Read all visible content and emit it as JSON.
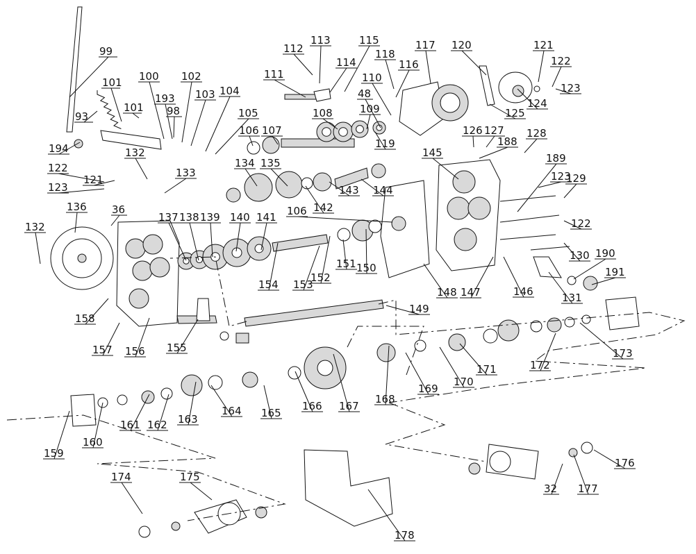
{
  "diagram": {
    "type": "exploded-parts-diagram",
    "callouts": [
      "99",
      "93",
      "101",
      "101",
      "100",
      "193",
      "98",
      "102",
      "103",
      "104",
      "105",
      "194",
      "122",
      "121",
      "123",
      "132",
      "133",
      "36",
      "136",
      "132",
      "137",
      "138",
      "139",
      "140",
      "141",
      "134",
      "135",
      "106",
      "107",
      "108",
      "109",
      "48",
      "110",
      "111",
      "112",
      "113",
      "114",
      "115",
      "118",
      "116",
      "117",
      "119",
      "120",
      "121",
      "122",
      "123",
      "124",
      "125",
      "126",
      "127",
      "188",
      "128",
      "189",
      "123",
      "129",
      "122",
      "130",
      "131",
      "190",
      "191",
      "145",
      "144",
      "143",
      "142",
      "106",
      "154",
      "153",
      "152",
      "151",
      "150",
      "148",
      "147",
      "146",
      "158",
      "157",
      "156",
      "155",
      "149",
      "172",
      "173",
      "171",
      "170",
      "169",
      "168",
      "167",
      "166",
      "165",
      "164",
      "163",
      "162",
      "161",
      "160",
      "159",
      "174",
      "175",
      "178",
      "32",
      "177",
      "176"
    ]
  }
}
